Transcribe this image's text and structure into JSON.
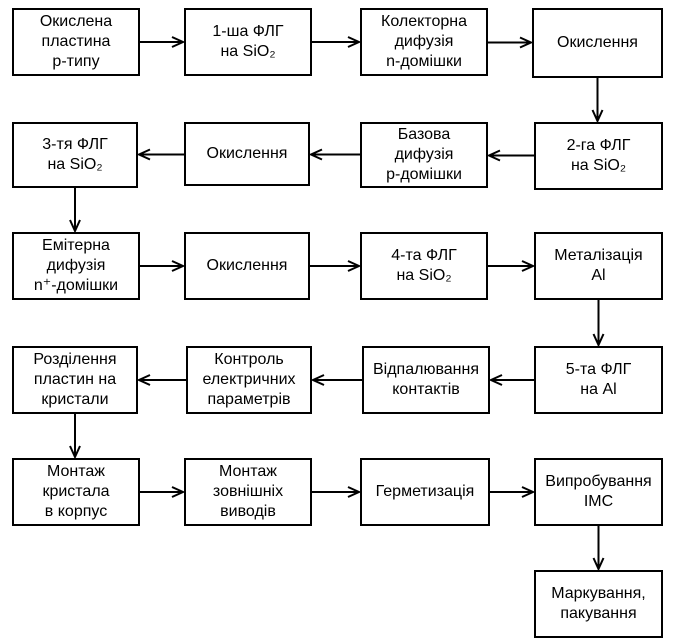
{
  "diagram": {
    "colors": {
      "stroke": "#000000",
      "fill": "#ffffff"
    },
    "nodes": [
      {
        "id": "n1",
        "lines": [
          "Окислена",
          "пластина",
          "р-типу"
        ]
      },
      {
        "id": "n2",
        "lines": [
          "1-ша ФЛГ",
          "на SiO₂"
        ]
      },
      {
        "id": "n3",
        "lines": [
          "Колекторна",
          "дифузія",
          "n-домішки"
        ]
      },
      {
        "id": "n4",
        "lines": [
          "Окислення"
        ]
      },
      {
        "id": "n5",
        "lines": [
          "2-га  ФЛГ",
          "на SiO₂"
        ]
      },
      {
        "id": "n6",
        "lines": [
          "Базова",
          "дифузія",
          "р-домішки"
        ]
      },
      {
        "id": "n7",
        "lines": [
          "Окислення"
        ]
      },
      {
        "id": "n8",
        "lines": [
          "3-тя  ФЛГ",
          "на SiO₂"
        ]
      },
      {
        "id": "n9",
        "lines": [
          "Емітерна",
          "дифузія",
          "n⁺-домішки"
        ]
      },
      {
        "id": "n10",
        "lines": [
          "Окислення"
        ]
      },
      {
        "id": "n11",
        "lines": [
          "4-та  ФЛГ",
          "на SiO₂"
        ]
      },
      {
        "id": "n12",
        "lines": [
          "Металізація",
          "Al"
        ]
      },
      {
        "id": "n13",
        "lines": [
          "5-та  ФЛГ",
          "на    Al"
        ]
      },
      {
        "id": "n14",
        "lines": [
          "Відпалювання",
          "контактів"
        ]
      },
      {
        "id": "n15",
        "lines": [
          "Контроль",
          "електричних",
          "параметрів"
        ]
      },
      {
        "id": "n16",
        "lines": [
          "Розділення",
          "пластин на",
          "кристали"
        ]
      },
      {
        "id": "n17",
        "lines": [
          "Монтаж",
          "кристала",
          "в корпус"
        ]
      },
      {
        "id": "n18",
        "lines": [
          "Монтаж",
          "зовнішніх",
          "виводів"
        ]
      },
      {
        "id": "n19",
        "lines": [
          "Герметизація"
        ]
      },
      {
        "id": "n20",
        "lines": [
          "Випробування",
          "ІМС"
        ]
      },
      {
        "id": "n21",
        "lines": [
          "Маркування,",
          "пакування"
        ]
      }
    ],
    "edges": [
      [
        "n1",
        "n2"
      ],
      [
        "n2",
        "n3"
      ],
      [
        "n3",
        "n4"
      ],
      [
        "n4",
        "n5"
      ],
      [
        "n5",
        "n6"
      ],
      [
        "n6",
        "n7"
      ],
      [
        "n7",
        "n8"
      ],
      [
        "n8",
        "n9"
      ],
      [
        "n9",
        "n10"
      ],
      [
        "n10",
        "n11"
      ],
      [
        "n11",
        "n12"
      ],
      [
        "n12",
        "n13"
      ],
      [
        "n13",
        "n14"
      ],
      [
        "n14",
        "n15"
      ],
      [
        "n15",
        "n16"
      ],
      [
        "n16",
        "n17"
      ],
      [
        "n17",
        "n18"
      ],
      [
        "n18",
        "n19"
      ],
      [
        "n19",
        "n20"
      ],
      [
        "n20",
        "n21"
      ]
    ]
  }
}
